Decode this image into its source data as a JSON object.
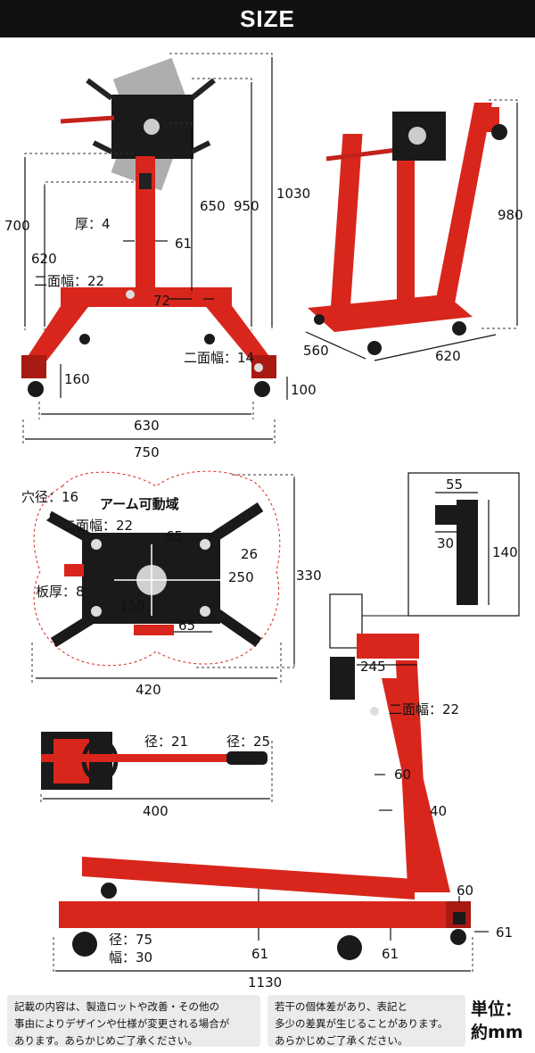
{
  "header": {
    "title": "SIZE"
  },
  "front_view": {
    "heights": [
      "700",
      "620",
      "650",
      "950",
      "1030"
    ],
    "thickness": "厚：4",
    "post_width": "61",
    "hex_bolt_upper": "二面幅：22",
    "hex_bolt_lower": "二面幅：14",
    "leg_gap": "72",
    "wheel_height": "160",
    "caster_height": "100",
    "inner_width": "630",
    "outer_width": "750"
  },
  "perspective_view": {
    "height": "980",
    "depth": "560",
    "width": "620"
  },
  "plate_view": {
    "title": "アーム可動域",
    "hole_diameter": "穴径：16",
    "hex_bolt": "二面幅：22",
    "plate_thickness": "板厚：8",
    "dim_65_top": "65",
    "dim_26": "26",
    "dim_250": "250",
    "dim_150": "150",
    "dim_65_bottom": "65",
    "height": "330",
    "width": "420"
  },
  "inset_view": {
    "width": "55",
    "inner": "30",
    "height": "140"
  },
  "handle_view": {
    "diameter_inner": "径：21",
    "diameter_grip": "径：25",
    "length": "400"
  },
  "side_view": {
    "arm_length": "245",
    "hex_bolt": "二面幅：22",
    "post_a": "60",
    "post_b": "40",
    "frame_height": "60",
    "frame_width": "61",
    "wheel_diameter": "径：75",
    "wheel_width": "幅：30",
    "beam_a": "61",
    "beam_b": "61",
    "length": "1130"
  },
  "notes": {
    "left": [
      "記載の内容は、製造ロットや改善・その他の",
      "事由によりデザインや仕様が変更される場合が",
      "あります。あらかじめご了承ください。"
    ],
    "right": [
      "若干の個体差があり、表記と",
      "多少の差異が生じることがあります。",
      "あらかじめご了承ください。"
    ]
  },
  "unit": {
    "label_1": "単位：",
    "label_2": "約mm"
  },
  "colors": {
    "frame": "#d9261c",
    "plate": "#1a1a1a",
    "header": "#111111",
    "note_bg": "#ebebeb"
  }
}
